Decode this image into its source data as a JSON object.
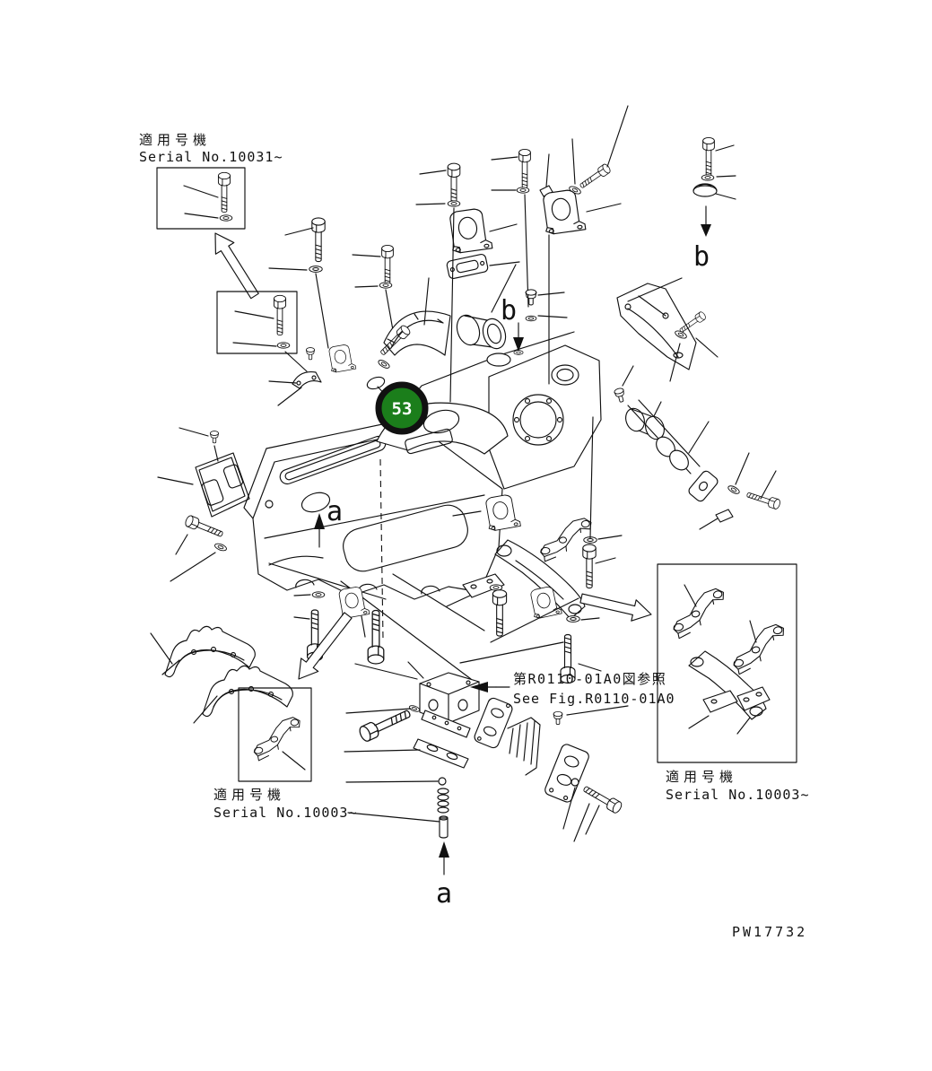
{
  "figure": {
    "drawing_number": "PW17732",
    "background": "#ffffff",
    "line_color": "#111111"
  },
  "callout": {
    "number": "53",
    "fill": "#1b7e1b",
    "ring": "#111111",
    "text_color": "#ffffff"
  },
  "notes": {
    "top_left": {
      "jp": "適用号機",
      "en": "Serial No.10031~"
    },
    "bottom_left": {
      "jp": "適用号機",
      "en": "Serial No.10003~"
    },
    "bottom_right": {
      "jp": "適用号機",
      "en": "Serial No.10003~"
    },
    "see_fig": {
      "jp": "第R0110-01A0図参照",
      "en": "See Fig.R0110-01A0"
    }
  },
  "view_letters": {
    "a_mid": "a",
    "a_bottom": "a",
    "b_top": "b",
    "b_mid": "b"
  }
}
